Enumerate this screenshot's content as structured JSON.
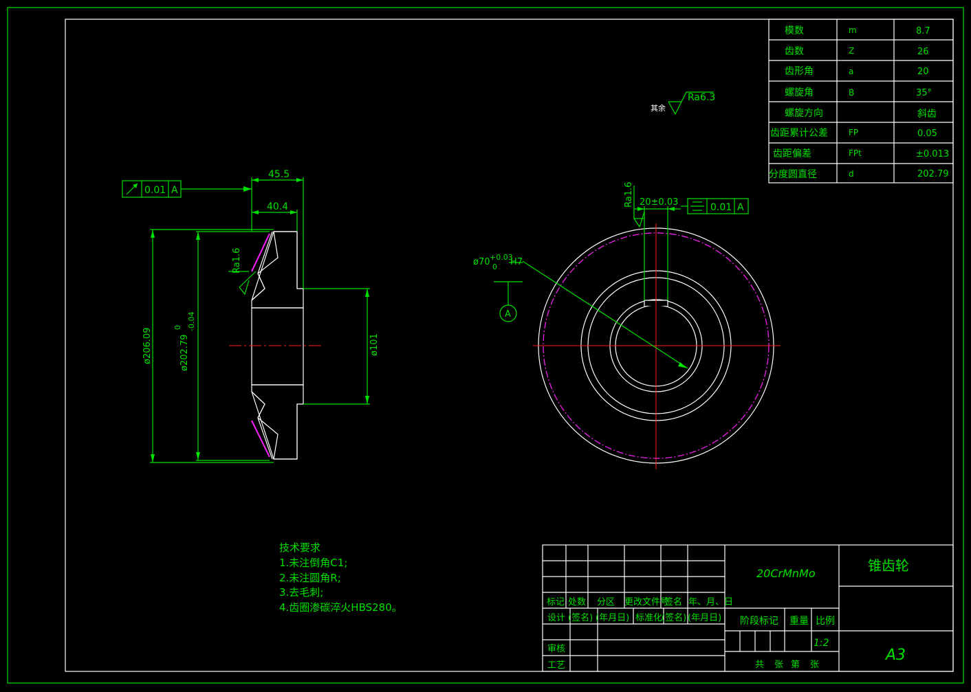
{
  "params": [
    {
      "name": "模数",
      "symbol": "m",
      "value": "8.7"
    },
    {
      "name": "齿数",
      "symbol": "Z",
      "value": "26"
    },
    {
      "name": "齿形角",
      "symbol": "a",
      "value": "20"
    },
    {
      "name": "螺旋角",
      "symbol": "B",
      "value": "35°"
    },
    {
      "name": "螺旋方向",
      "symbol": "",
      "value": "斜齿"
    },
    {
      "name": "齿距累计公差",
      "symbol": "FP",
      "value": "0.05"
    },
    {
      "name": "齿距偏差",
      "symbol": "FPt",
      "value": "±0.013"
    },
    {
      "name": "分度圆直径",
      "symbol": "d",
      "value": "202.79"
    }
  ],
  "roughness_other": {
    "label": "其余",
    "value": "Ra6.3"
  },
  "left_view": {
    "dim_455": "45.5",
    "dim_404": "40.4",
    "runout_tol": "0.01",
    "runout_datum": "A",
    "rough": "Ra1.6",
    "dia_outer": "ø206.09",
    "dia_pitch": "ø202.79",
    "dia_pitch_up": "0",
    "dia_pitch_low": "-0.04",
    "dia_hub": "ø101"
  },
  "right_view": {
    "rough": "Ra1.6",
    "key_width": "20±0.03",
    "sym_tol": "0.01",
    "sym_datum": "A",
    "bore": "ø70",
    "bore_up": "+0.03",
    "bore_low": "0",
    "bore_fit": "H7",
    "datum": "A"
  },
  "tech_req": {
    "title": "技术要求",
    "items": [
      "1.未注倒角C1;",
      "2.未注圆角R;",
      "3.去毛刺;",
      "4.齿圈渗碳淬火HBS280。"
    ]
  },
  "title_block": {
    "material": "20CrMnMo",
    "part_name": "锥齿轮",
    "size": "A3",
    "scale": "1:2",
    "h_mark": "标记",
    "h_count": "处数",
    "h_zone": "分区",
    "h_doc": "更改文件号",
    "h_sign": "签名",
    "h_date": "年、月、日",
    "design": "设计",
    "sign1": "(签名)",
    "date1": "(年月日)",
    "std": "标准化",
    "sign2": "(签名)",
    "date2": "(年月日)",
    "review": "审核",
    "process": "工艺",
    "stage": "阶段标记",
    "weight": "重量",
    "ratio": "比例",
    "total": "共",
    "sheet": "张",
    "nth": "第",
    "sheet2": "张"
  }
}
